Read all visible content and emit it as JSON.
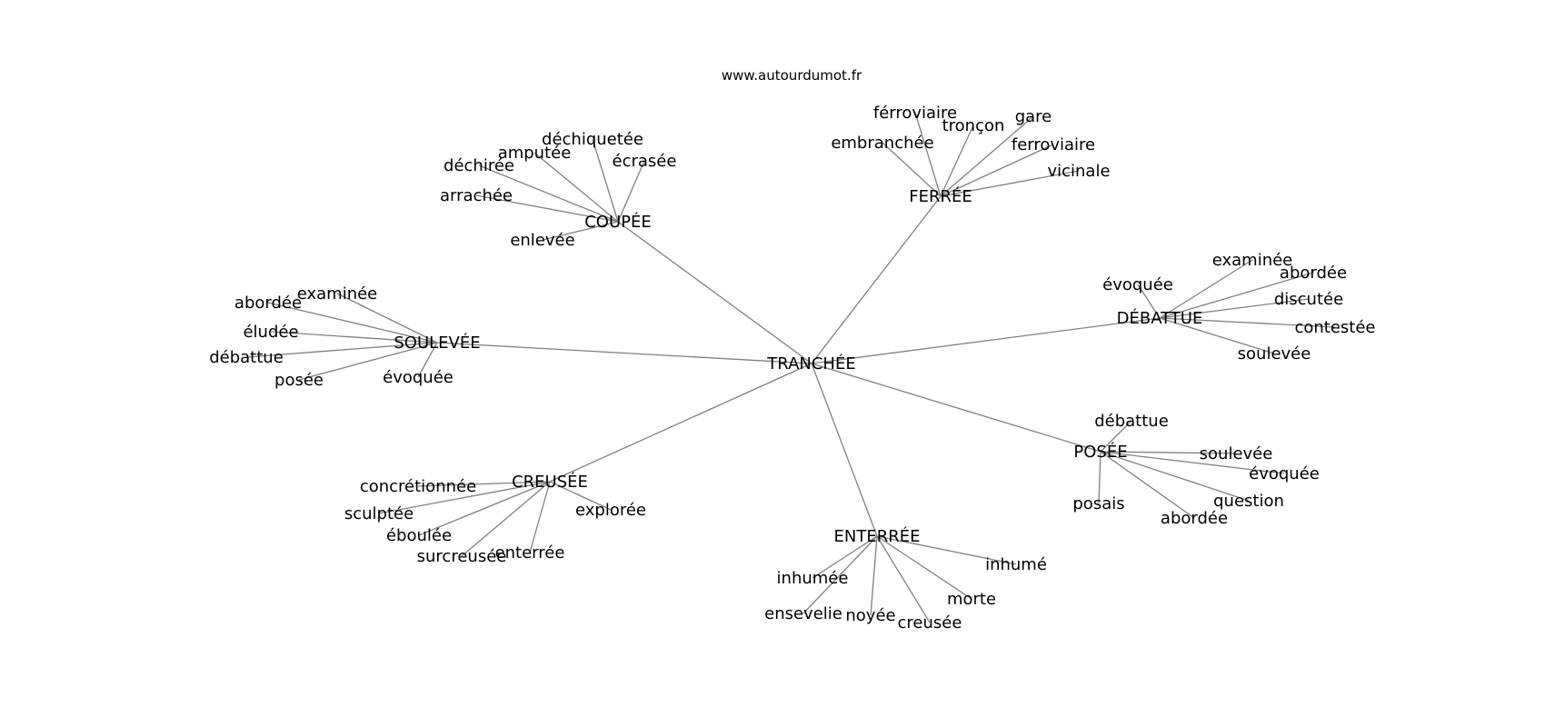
{
  "source": "www.autourdumot.fr",
  "center": "TRANCHÉE",
  "clusters": [
    {
      "word": "COUPÉE",
      "neighbors": [
        "déchiquetée",
        "amputée",
        "déchirée",
        "écrasée",
        "arrachée",
        "enlevée"
      ]
    },
    {
      "word": "FERRÉE",
      "neighbors": [
        "férroviaire",
        "tronçon",
        "gare",
        "embranchée",
        "ferroviaire",
        "vicinale"
      ]
    },
    {
      "word": "DÉBATTUE",
      "neighbors": [
        "examinée",
        "abordée",
        "évoquée",
        "discutée",
        "contestée",
        "soulevée"
      ]
    },
    {
      "word": "POSÉE",
      "neighbors": [
        "débattue",
        "soulevée",
        "évoquée",
        "question",
        "posais",
        "abordée"
      ]
    },
    {
      "word": "ENTERRÉE",
      "neighbors": [
        "inhumée",
        "inhumé",
        "morte",
        "ensevelie",
        "noyée",
        "creusée"
      ]
    },
    {
      "word": "CREUSÉE",
      "neighbors": [
        "concrétionnée",
        "sculptée",
        "explorée",
        "éboulée",
        "enterrée",
        "surcreusée"
      ]
    },
    {
      "word": "SOULEVÉE",
      "neighbors": [
        "examinée",
        "abordée",
        "éludée",
        "débattue",
        "posée",
        "évoquée"
      ]
    }
  ]
}
